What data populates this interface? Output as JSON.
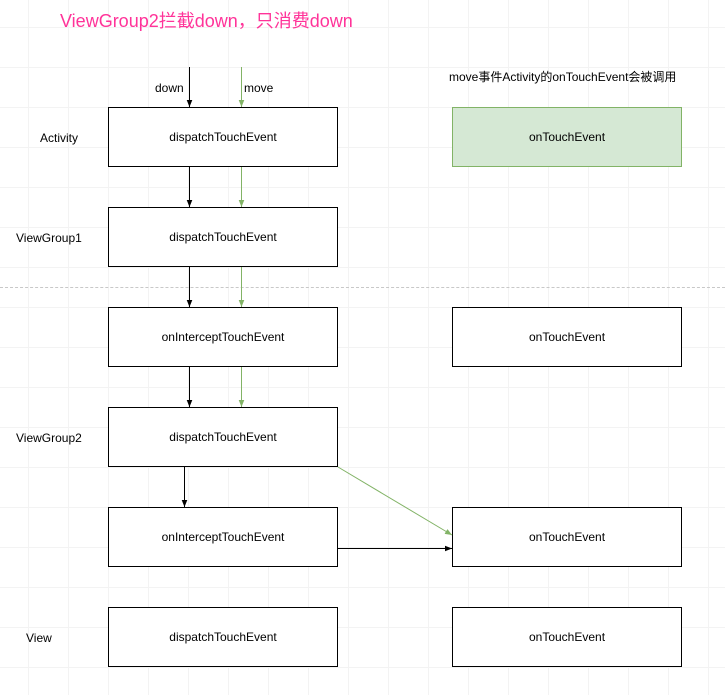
{
  "title": "ViewGroup2拦截down，只消费down",
  "note": "move事件Activity的onTouchEvent会被调用",
  "arrow_labels": {
    "down": "down",
    "move": "move"
  },
  "layers": {
    "activity": {
      "label": "Activity",
      "dispatch": "dispatchTouchEvent",
      "touch": "onTouchEvent"
    },
    "viewgroup1": {
      "label": "ViewGroup1",
      "dispatch": "dispatchTouchEvent",
      "intercept": "onInterceptTouchEvent",
      "touch": "onTouchEvent"
    },
    "viewgroup2": {
      "label": "ViewGroup2",
      "dispatch": "dispatchTouchEvent",
      "intercept": "onInterceptTouchEvent",
      "touch": "onTouchEvent"
    },
    "view": {
      "label": "View",
      "dispatch": "dispatchTouchEvent",
      "touch": "onTouchEvent"
    }
  },
  "colors": {
    "title": "#ff3399",
    "down_arrow": "#000000",
    "move_arrow": "#82b366",
    "highlight_fill": "#d5e8d4",
    "highlight_border": "#82b366"
  }
}
